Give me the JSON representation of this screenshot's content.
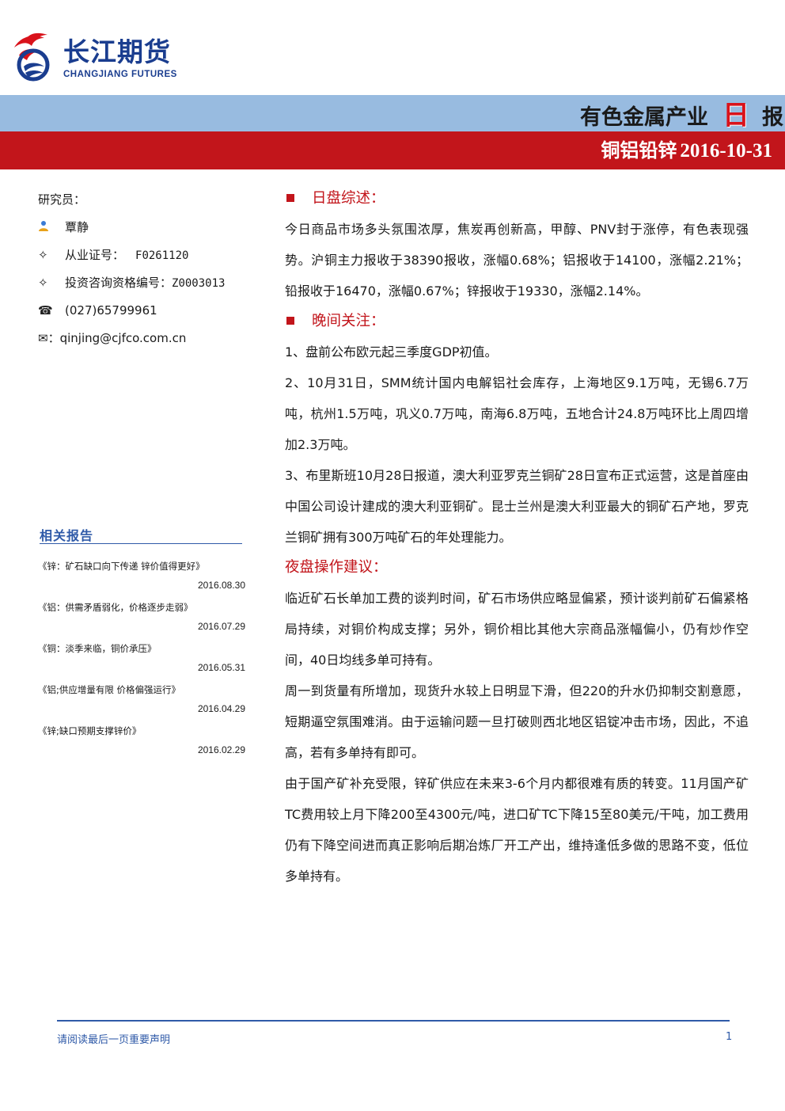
{
  "logo": {
    "name_cn": "长江期货",
    "name_en": "CHANGJIANG FUTURES"
  },
  "header": {
    "title_left": "有色金属产业",
    "title_ri": "日",
    "title_right": "报",
    "sub_metals": "铜铝铅锌",
    "sub_date": "2016-10-31"
  },
  "analyst": {
    "label": "研究员：",
    "name": "覃静",
    "cert_label": "从业证号：",
    "cert_no": "F0261120",
    "advisory_label": "投资咨询资格编号：",
    "advisory_no": "Z0003013",
    "phone": "(027)65799961",
    "email": "qinjing@cjfco.com.cn",
    "mark_cert": "✧",
    "mark_adv": "✧",
    "mark_phone": "☎",
    "mark_email": "✉"
  },
  "related": {
    "title": "相关报告",
    "items": [
      {
        "title": "《锌：矿石缺口向下传递 锌价值得更好》",
        "date": "2016.08.30"
      },
      {
        "title": "《铝：供需矛盾弱化，价格逐步走弱》",
        "date": "2016.07.29"
      },
      {
        "title": "《铜：淡季来临，铜价承压》",
        "date": "2016.05.31"
      },
      {
        "title": "《铝;供应增量有限 价格偏强运行》",
        "date": "2016.04.29"
      },
      {
        "title": "《锌;缺口预期支撑锌价》",
        "date": "2016.02.29"
      }
    ]
  },
  "sections": {
    "day_title": "日盘综述：",
    "day_text": "今日商品市场多头氛围浓厚，焦炭再创新高，甲醇、PNV封于涨停，有色表现强势。沪铜主力报收于38390报收，涨幅0.68%；铝报收于14100，涨幅2.21%；铅报收于16470，涨幅0.67%；锌报收于19330，涨幅2.14%。",
    "night_title": "晚间关注：",
    "night_items": [
      "1、盘前公布欧元起三季度GDP初值。",
      "2、10月31日，SMM统计国内电解铝社会库存，上海地区9.1万吨，无锡6.7万吨，杭州1.5万吨，巩义0.7万吨，南海6.8万吨，五地合计24.8万吨环比上周四增加2.3万吨。",
      "3、布里斯班10月28日报道，澳大利亚罗克兰铜矿28日宣布正式运营，这是首座由中国公司设计建成的澳大利亚铜矿。昆士兰州是澳大利亚最大的铜矿石产地，罗克兰铜矿拥有300万吨矿石的年处理能力。"
    ],
    "advice_title": "夜盘操作建议：",
    "advice_items": [
      "临近矿石长单加工费的谈判时间，矿石市场供应略显偏紧，预计谈判前矿石偏紧格局持续，对铜价构成支撑；另外，铜价相比其他大宗商品涨幅偏小，仍有炒作空间，40日均线多单可持有。",
      "周一到货量有所增加，现货升水较上日明显下滑，但220的升水仍抑制交割意愿，短期逼空氛围难消。由于运输问题一旦打破则西北地区铝锭冲击市场，因此，不追高，若有多单持有即可。",
      "由于国产矿补充受限，锌矿供应在未来3-6个月内都很难有质的转变。11月国产矿TC费用较上月下降200至4300元/吨，进口矿TC下降15至80美元/干吨，加工费用仍有下降空间进而真正影响后期冶炼厂开工产出，维持逢低多做的思路不变，低位多单持有。"
    ]
  },
  "footer": {
    "disclaimer": "请阅读最后一页重要声明",
    "page": "1"
  }
}
